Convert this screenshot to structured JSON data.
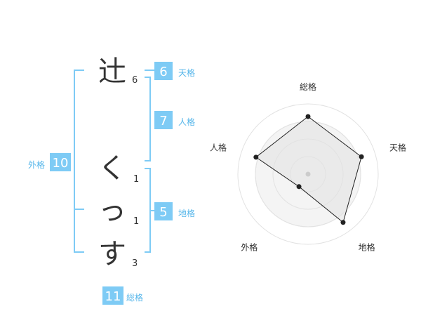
{
  "name_chars": [
    {
      "char": "辻",
      "strokes": "6"
    },
    {
      "char": "く",
      "strokes": "1"
    },
    {
      "char": "っ",
      "strokes": "1"
    },
    {
      "char": "す",
      "strokes": "3"
    }
  ],
  "fortunes": {
    "tenkaku": {
      "label": "天格",
      "value": "6"
    },
    "jinkaku": {
      "label": "人格",
      "value": "7"
    },
    "chikaku": {
      "label": "地格",
      "value": "5"
    },
    "gaikaku": {
      "label": "外格",
      "value": "10"
    },
    "soukaku": {
      "label": "総格",
      "value": "11"
    }
  },
  "colors": {
    "accent": "#7ecbf5",
    "label": "#56b6ea",
    "text": "#333333"
  },
  "chart_data": {
    "type": "radar",
    "axes": [
      "総格",
      "天格",
      "地格",
      "外格",
      "人格"
    ],
    "values": [
      0.82,
      0.8,
      0.85,
      0.22,
      0.78
    ],
    "range": [
      0,
      1
    ],
    "rings": 4
  }
}
